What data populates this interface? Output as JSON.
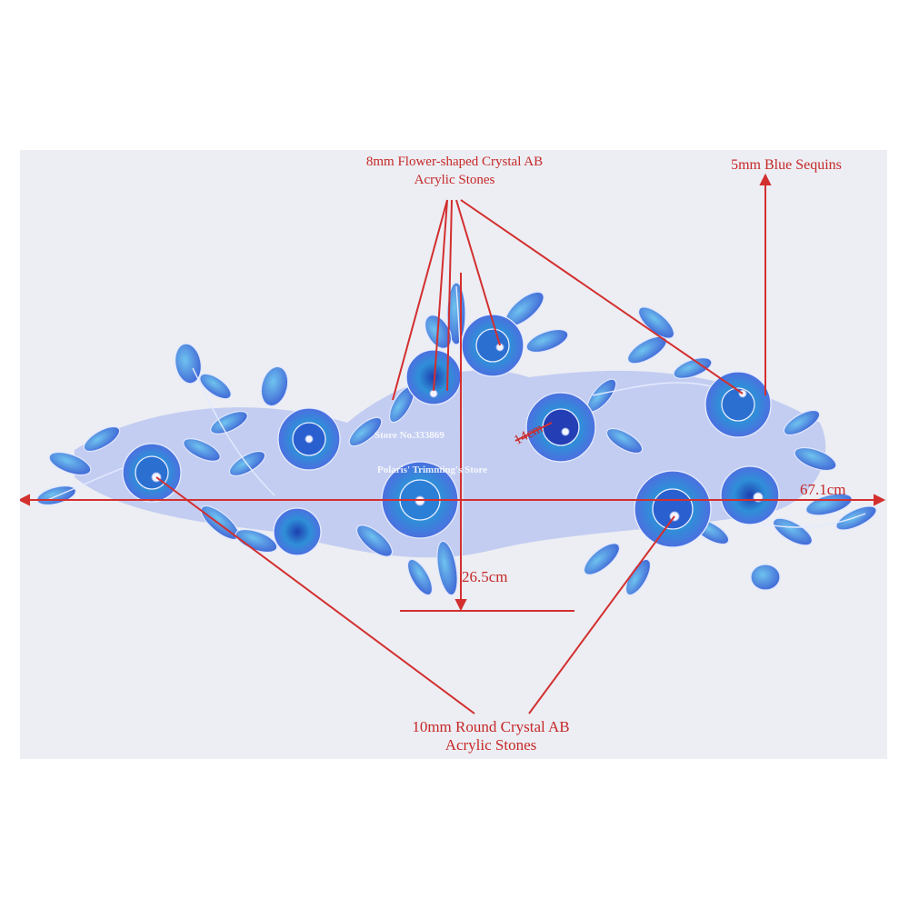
{
  "annotations": {
    "flower_stones": {
      "line1": "8mm Flower-shaped Crystal AB",
      "line2": "Acrylic Stones"
    },
    "sequins": {
      "line1": "5mm Blue Sequins"
    },
    "round_stones": {
      "line1": "10mm Round Crystal AB",
      "line2": "Acrylic Stones"
    },
    "width": "67.1cm",
    "height": "26.5cm",
    "center_dim": "14cm"
  },
  "watermarks": {
    "store_no": "Store No.333869",
    "store_name": "Polaris' Trimming's Store"
  },
  "colors": {
    "background": "#eceef3",
    "annotation_red": "#c62828",
    "lace_blue": "#3f5fd6",
    "lace_light": "#3fa9e0",
    "mesh": "#9fb2ee"
  }
}
